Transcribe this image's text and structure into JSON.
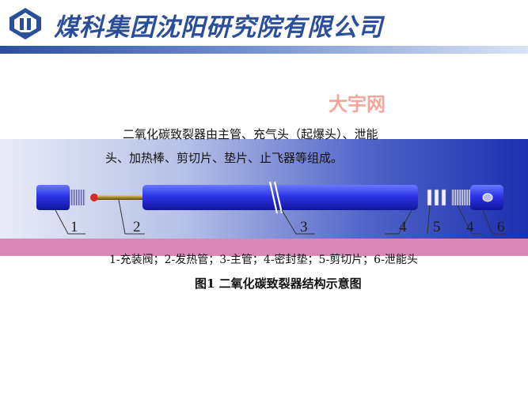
{
  "header": {
    "company_name": "煤科集团沈阳研究院有限公司",
    "logo_icon": "coal-group-logo-icon",
    "brand_color": "#2a4e9a"
  },
  "watermark": {
    "text": "大宇网"
  },
  "description": {
    "line1": "二氧化碳致裂器由主管、充气头（起爆头）、泄能",
    "line2": "头、加热棒、剪切片、垫片、止飞器等组成。"
  },
  "diagram": {
    "labels": [
      "1",
      "2",
      "3",
      "4",
      "5",
      "4",
      "6"
    ]
  },
  "legend": "1-充装阀；2-发热管；3-主管；4-密封垫；5-剪切片；6-泄能头",
  "caption": "图1  二氧化碳致裂器结构示意图"
}
